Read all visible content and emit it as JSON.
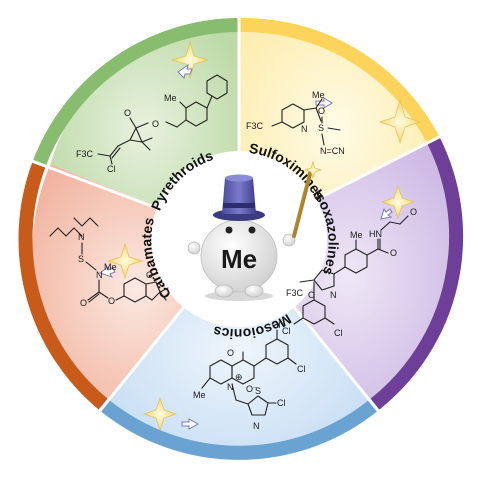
{
  "center": {
    "mascot_label": "Me"
  },
  "classes": {
    "pyrethroids": "Pyrethroids",
    "sulfoximines": "Sulfoximines",
    "isoxazolines": "Isoxazolines",
    "mesoionics": "Mesoionics",
    "carbamates": "Carbamates"
  },
  "atoms": {
    "me": "Me",
    "f3c": "F3C",
    "cl": "Cl",
    "s": "S",
    "o": "O",
    "n": "N",
    "nh": "HN",
    "cn": "N=CN",
    "oxazoline_o": "O",
    "oxazoline_n": "N",
    "ring_o": "O",
    "mesoionic_n": "N",
    "minus_o": "O⁻",
    "plus": "⊕",
    "thiazole_s": "S",
    "thiazole_n": "N"
  },
  "colors": {
    "green": "#88bd6f",
    "yellow": "#fcd45c",
    "purple": "#6d3f99",
    "blue": "#6aa2d1",
    "orange": "#c85a1a"
  }
}
